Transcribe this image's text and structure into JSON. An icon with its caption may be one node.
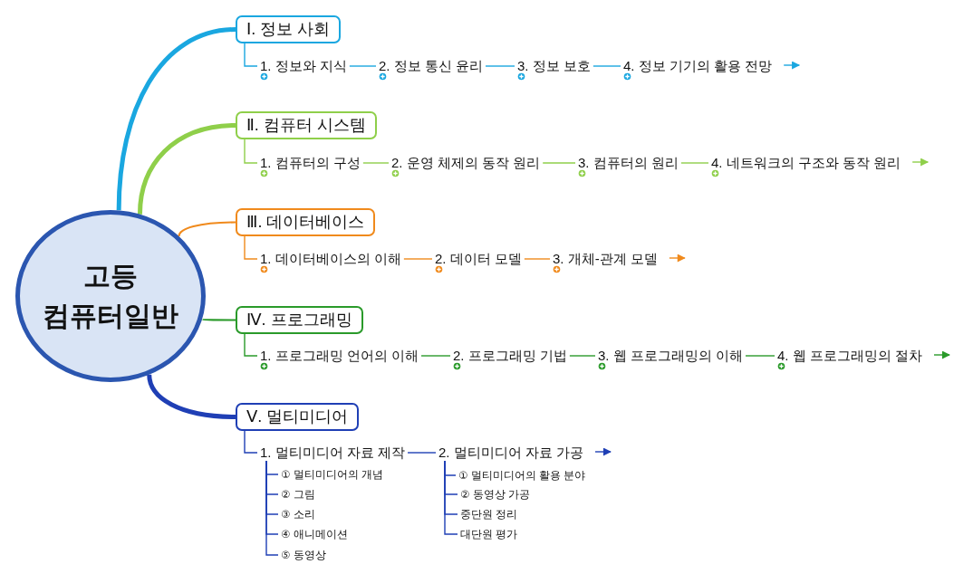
{
  "diagram": {
    "nodes": [
      {
        "text": [
          "고등 컴퓨터일반"
        ]
      },
      {
        "text": [
          "Ⅰ. 정보 사회"
        ]
      },
      {
        "text": [
          "1. 정보와 지식"
        ]
      },
      {
        "text": [
          "2. 정보 통신 윤리"
        ]
      },
      {
        "text": [
          "3. 정보 보호"
        ]
      },
      {
        "text": [
          "4. 정보 기기의 활용 전망"
        ]
      },
      {
        "text": [
          "Ⅱ. 컴퓨터 시스템"
        ]
      },
      {
        "text": [
          "1. 컴퓨터의 구성"
        ]
      },
      {
        "text": [
          "2. 운영 체제의 동작 원리"
        ]
      },
      {
        "text": [
          "3. 컴퓨터의 원리"
        ]
      },
      {
        "text": [
          "4. 네트워크의 구조와 동작 원리"
        ]
      },
      {
        "text": [
          "Ⅲ. 데이터베이스"
        ]
      },
      {
        "text": [
          "1. 데이터베이스의 이해"
        ]
      },
      {
        "text": [
          "2. 데이터 모델"
        ]
      },
      {
        "text": [
          "3. 개체-관계 모델"
        ]
      },
      {
        "text": [
          "Ⅳ. 프로그래밍"
        ]
      },
      {
        "text": [
          "1. 프로그래밍 언어의 이해"
        ]
      },
      {
        "text": [
          "2. 프로그래밍 기법"
        ]
      },
      {
        "text": [
          "3. 웹 프로그래밍의 이해"
        ]
      },
      {
        "text": [
          "4. 웹 프로그래밍의 절차"
        ]
      },
      {
        "text": [
          "Ⅴ. 멀티미디어"
        ]
      },
      {
        "text": [
          "1. 멀티미디어 자료 제작"
        ]
      },
      {
        "text": [
          "2. 멀티미디어 자료 가공"
        ]
      },
      {
        "text": [
          "① 멀티미디어의 개념"
        ]
      },
      {
        "text": [
          "② 그림"
        ]
      },
      {
        "text": [
          "③ 소리"
        ]
      },
      {
        "text": [
          "④ 애니메이션"
        ]
      },
      {
        "text": [
          "⑤ 동영상"
        ]
      },
      {
        "text": [
          "① 멀티미디어의 활용 분야"
        ]
      },
      {
        "text": [
          "② 동영상 가공"
        ]
      },
      {
        "text": [
          "중단원 정리"
        ]
      },
      {
        "text": [
          "대단원 평가"
        ]
      }
    ],
    "edges": [
      {
        "from": 0,
        "to": 1,
        "arrow": "none",
        "style": "thick",
        "color": "#1aa7e0"
      },
      {
        "from": 1,
        "to": 2,
        "arrow": "none",
        "color": "#1aa7e0"
      },
      {
        "from": 2,
        "to": 3,
        "arrow": "none",
        "color": "#1aa7e0"
      },
      {
        "from": 3,
        "to": 4,
        "arrow": "none",
        "color": "#1aa7e0"
      },
      {
        "from": 4,
        "to": 5,
        "arrow": "none",
        "color": "#1aa7e0"
      },
      {
        "from": 5,
        "to": null,
        "arrow": "to",
        "color": "#1aa7e0"
      },
      {
        "from": 0,
        "to": 6,
        "arrow": "none",
        "style": "thick",
        "color": "#8fcf4a"
      },
      {
        "from": 6,
        "to": 7,
        "arrow": "none",
        "color": "#8fcf4a"
      },
      {
        "from": 7,
        "to": 8,
        "arrow": "none",
        "color": "#8fcf4a"
      },
      {
        "from": 8,
        "to": 9,
        "arrow": "none",
        "color": "#8fcf4a"
      },
      {
        "from": 9,
        "to": 10,
        "arrow": "none",
        "color": "#8fcf4a"
      },
      {
        "from": 10,
        "to": null,
        "arrow": "to",
        "color": "#8fcf4a"
      },
      {
        "from": 0,
        "to": 11,
        "arrow": "none",
        "color": "#f08a1c"
      },
      {
        "from": 11,
        "to": 12,
        "arrow": "none",
        "color": "#f08a1c"
      },
      {
        "from": 12,
        "to": 13,
        "arrow": "none",
        "color": "#f08a1c"
      },
      {
        "from": 13,
        "to": 14,
        "arrow": "none",
        "color": "#f08a1c"
      },
      {
        "from": 14,
        "to": null,
        "arrow": "to",
        "color": "#f08a1c"
      },
      {
        "from": 0,
        "to": 15,
        "arrow": "none",
        "color": "#2a9a2a"
      },
      {
        "from": 15,
        "to": 16,
        "arrow": "none",
        "color": "#2a9a2a"
      },
      {
        "from": 16,
        "to": 17,
        "arrow": "none",
        "color": "#2a9a2a"
      },
      {
        "from": 17,
        "to": 18,
        "arrow": "none",
        "color": "#2a9a2a"
      },
      {
        "from": 18,
        "to": 19,
        "arrow": "none",
        "color": "#2a9a2a"
      },
      {
        "from": 19,
        "to": null,
        "arrow": "to",
        "color": "#2a9a2a"
      },
      {
        "from": 0,
        "to": 20,
        "arrow": "none",
        "style": "thick",
        "color": "#1f3fb5"
      },
      {
        "from": 20,
        "to": 21,
        "arrow": "none",
        "color": "#1f3fb5"
      },
      {
        "from": 21,
        "to": 22,
        "arrow": "none",
        "color": "#1f3fb5"
      },
      {
        "from": 22,
        "to": null,
        "arrow": "to",
        "color": "#1f3fb5"
      },
      {
        "from": 21,
        "to": 23,
        "arrow": "none",
        "color": "#1f3fb5"
      },
      {
        "from": 21,
        "to": 24,
        "arrow": "none",
        "color": "#1f3fb5"
      },
      {
        "from": 21,
        "to": 25,
        "arrow": "none",
        "color": "#1f3fb5"
      },
      {
        "from": 21,
        "to": 26,
        "arrow": "none",
        "color": "#1f3fb5"
      },
      {
        "from": 21,
        "to": 27,
        "arrow": "none",
        "color": "#1f3fb5"
      },
      {
        "from": 22,
        "to": 28,
        "arrow": "none",
        "color": "#1f3fb5"
      },
      {
        "from": 22,
        "to": 29,
        "arrow": "none",
        "color": "#1f3fb5"
      },
      {
        "from": 22,
        "to": 30,
        "arrow": "none",
        "color": "#1f3fb5"
      },
      {
        "from": 22,
        "to": 31,
        "arrow": "none",
        "color": "#1f3fb5"
      }
    ]
  }
}
